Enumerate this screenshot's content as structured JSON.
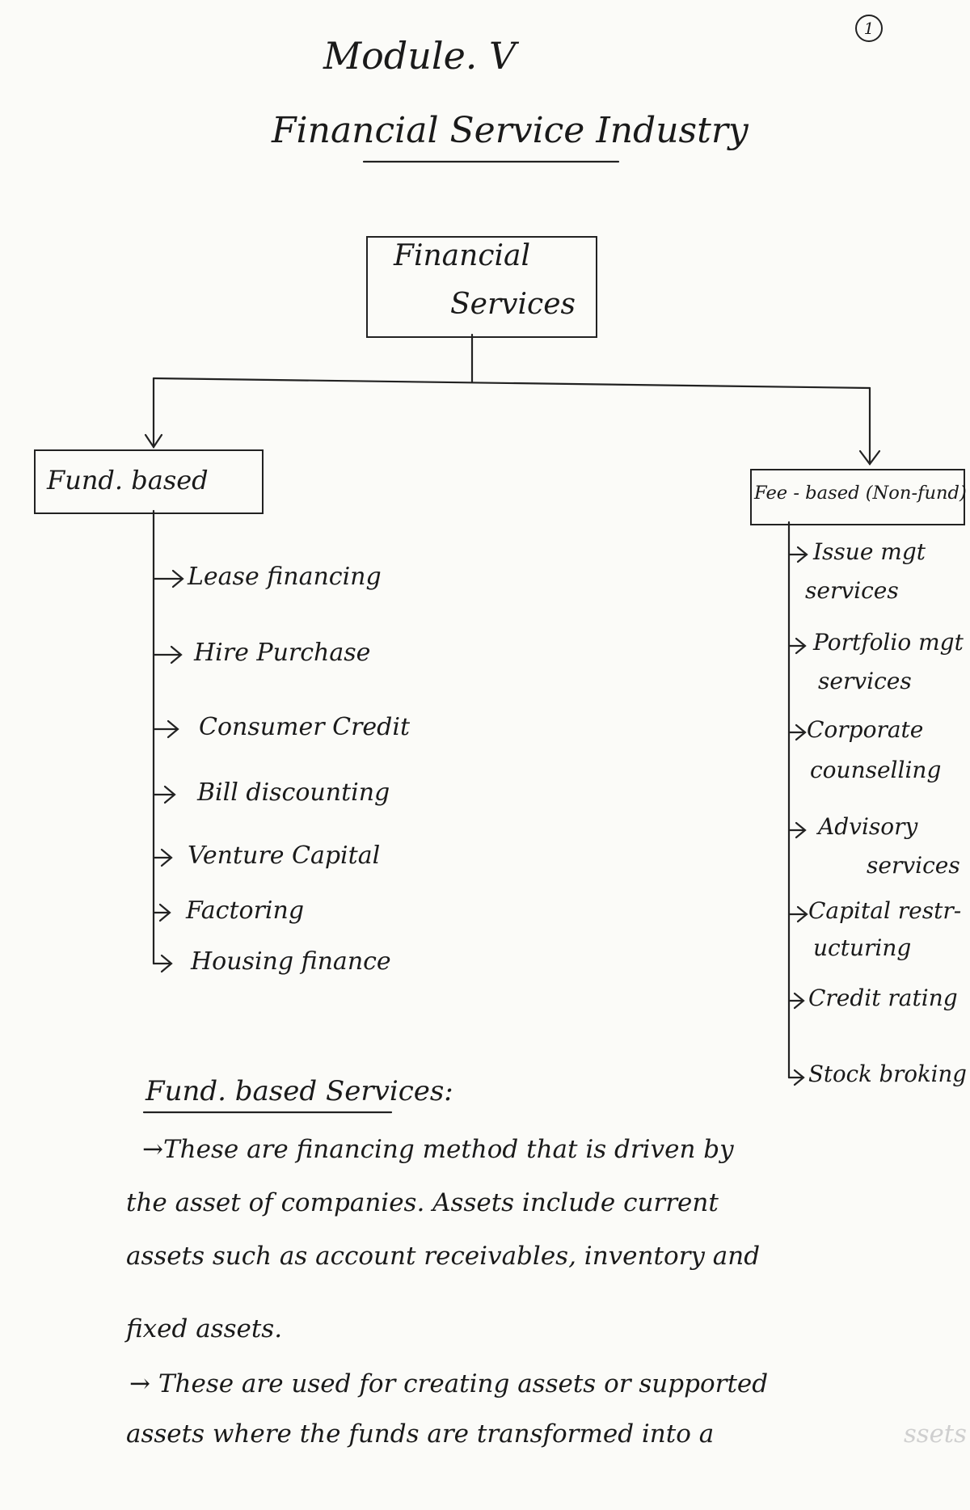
{
  "page_number": "1",
  "title": "Module. V",
  "subtitle": "Financial Service Industry",
  "chart_data": {
    "type": "table",
    "root": {
      "line1": "Financial",
      "line2": "Services"
    },
    "branches": [
      {
        "label": "Fund. based",
        "items": [
          "Lease financing",
          "Hire Purchase",
          "Consumer Credit",
          "Bill discounting",
          "Venture Capital",
          "Factoring",
          "Housing finance"
        ]
      },
      {
        "label": "Fee - based (Non-fund)",
        "items": [
          {
            "line1": "Issue mgt",
            "line2": "services"
          },
          {
            "line1": "Portfolio mgt",
            "line2": "services"
          },
          {
            "line1": "Corporate",
            "line2": "counselling"
          },
          {
            "line1": "Advisory",
            "line2": "services"
          },
          {
            "line1": "Capital restr-",
            "line2": "ucturing"
          },
          {
            "line1": "Credit rating",
            "line2": ""
          },
          {
            "line1": "Stock broking",
            "line2": ""
          }
        ]
      }
    ]
  },
  "section_heading": "Fund. based Services:",
  "paragraphs": [
    "→These are financing method that is driven by",
    "the asset of companies. Assets include current",
    "assets such as account receivables, inventory and",
    "fixed assets.",
    "→ These are used for creating assets or supported",
    "assets where the funds are transformed into a"
  ],
  "faded_tail": "ssets"
}
